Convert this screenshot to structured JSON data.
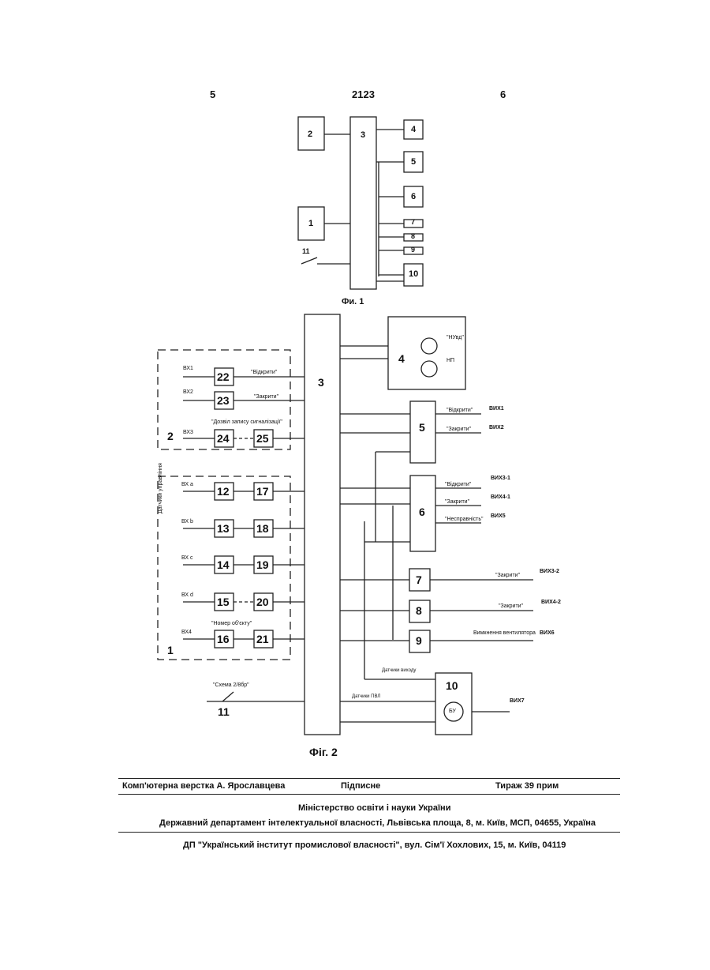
{
  "header": {
    "left_page": "5",
    "patent_no": "2123",
    "right_page": "6"
  },
  "fig1": {
    "caption": "Фи. 1",
    "blocks": [
      "2",
      "3",
      "4",
      "5",
      "6",
      "1",
      "7",
      "8",
      "9",
      "10"
    ],
    "switch_label": "11"
  },
  "fig2": {
    "caption": "Фіг. 2",
    "group1_label": "1",
    "group2_label": "2",
    "group1_vertical_label": "Датчики управління",
    "group2_title": "\"Дозвіл запису сигналізації\"",
    "main_block": "3",
    "block4": {
      "label": "4",
      "lamp1": "\"НУвд\"",
      "lamp2": "НП"
    },
    "block5": {
      "label": "5",
      "out1_text": "\"Відкрити\"",
      "out1": "ВИХ1",
      "out2_text": "\"Закрити\"",
      "out2": "ВИХ2"
    },
    "block6": {
      "label": "6",
      "out1_text": "\"Відкрити\"",
      "out1": "ВИХ3-1",
      "out2_text": "\"Закрити\"",
      "out2": "ВИХ4-1",
      "out3_text": "\"Несправність\"",
      "out3": "ВИХ5"
    },
    "block7": {
      "label": "7",
      "out_text": "\"Закрити\"",
      "out": "ВИХ3-2"
    },
    "block8": {
      "label": "8",
      "out_text": "\"Закрити\"",
      "out": "ВИХ4-2"
    },
    "block9": {
      "label": "9",
      "out_text": "Вимкнення вентилятора",
      "out": "ВИХ6"
    },
    "block10": {
      "label": "10",
      "in1": "Датчики виходу",
      "in2": "Датчики ПВЛ",
      "lamp": "БУ",
      "out": "ВИХ7"
    },
    "inputs_group2": [
      {
        "in": "ВХ1",
        "block": "22",
        "text": "\"Відкрити\""
      },
      {
        "in": "ВХ2",
        "block": "23",
        "text": "\"Закрити\""
      },
      {
        "in": "ВХ3",
        "block": "24",
        "block2": "25"
      }
    ],
    "inputs_group1": [
      {
        "in": "ВХ а",
        "block": "12",
        "block2": "17"
      },
      {
        "in": "ВХ b",
        "block": "13",
        "block2": "18"
      },
      {
        "in": "ВХ с",
        "block": "14",
        "block2": "19"
      },
      {
        "in": "ВХ d",
        "block": "15",
        "block2": "20"
      },
      {
        "in": "ВХ4",
        "block": "16",
        "block2": "21",
        "text": "\"Номер об'єкту\""
      }
    ],
    "switch_text": "\"Схема 2/8бр\"",
    "switch_label": "11"
  },
  "footer": {
    "layout_by": "Комп'ютерна верстка А. Ярославцева",
    "signed": "Підписне",
    "circulation": "Тираж 39 прим",
    "ministry": "Міністерство освіти і науки України",
    "department": "Державний департамент інтелектуальної власності, Львівська площа, 8, м. Київ, МСП, 04655, Україна",
    "institute": "ДП \"Український інститут промислової власності\", вул. Сім'ї Хохлових, 15, м. Київ, 04119"
  }
}
